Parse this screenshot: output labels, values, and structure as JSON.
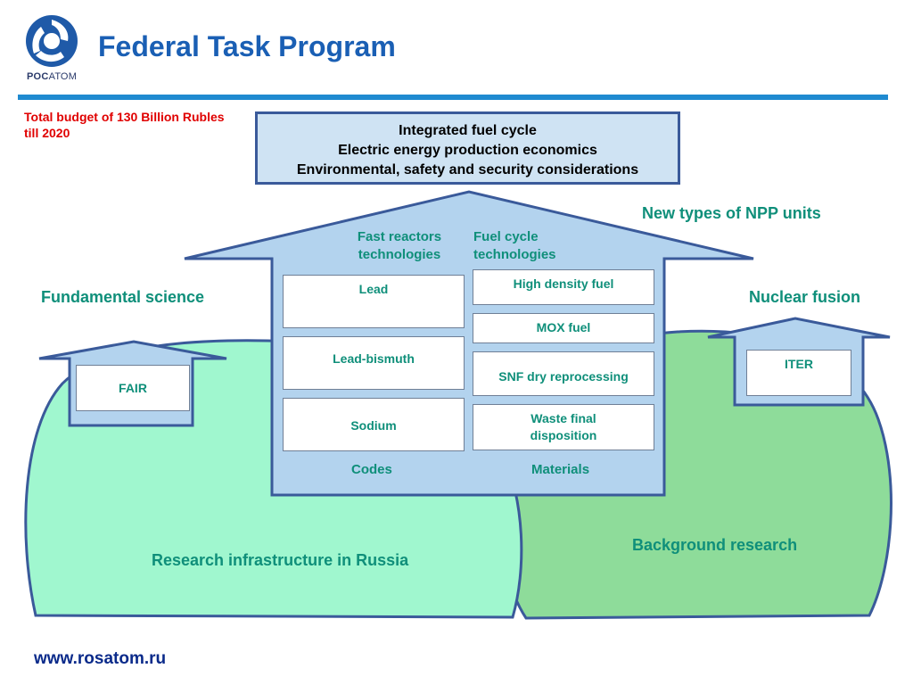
{
  "header": {
    "title": "Federal Task Program",
    "logo_text_bold": "РОС",
    "logo_text_rest": "АТОМ"
  },
  "budget_note": "Total budget of 130 Billion Rubles till 2020",
  "top_box": {
    "lines": [
      "Integrated fuel cycle",
      "Electric energy production economics",
      "Environmental, safety and security considerations"
    ]
  },
  "labels": {
    "new_npp": "New types of NPP units",
    "fundamental": "Fundamental science",
    "fusion": "Nuclear fusion",
    "infrastructure": "Research infrastructure in Russia",
    "background": "Background research"
  },
  "center": {
    "col1_header": "Fast reactors technologies",
    "col2_header": "Fuel cycle technologies",
    "col1_items": [
      "Lead",
      "Lead-bismuth",
      "Sodium"
    ],
    "col2_items": [
      "High density fuel",
      "MOX fuel",
      "SNF dry reprocessing",
      "Waste final disposition"
    ],
    "col1_footer": "Codes",
    "col2_footer": "Materials"
  },
  "left_house": {
    "item": "FAIR"
  },
  "right_house": {
    "item": "ITER"
  },
  "footer": {
    "url": "www.rosatom.ru"
  },
  "colors": {
    "title_blue": "#1a5fb4",
    "accent_green_text": "#0f8f7a",
    "house_fill": "#b3d3ee",
    "house_stroke": "#3a5a9a",
    "mint_blob": "#a0f7cf",
    "green_blob": "#8edc9a",
    "budget_red": "#e00000"
  }
}
